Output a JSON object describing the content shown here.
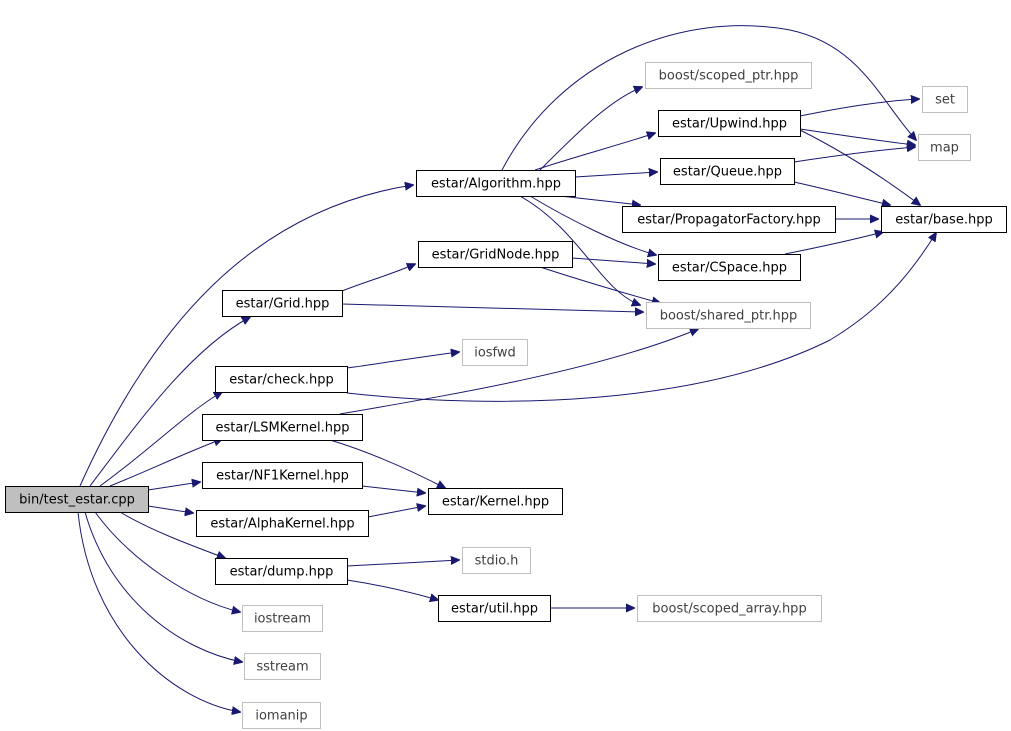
{
  "diagram": {
    "colors": {
      "edge": "#191970",
      "box_border_black": "#000000",
      "box_border_gray": "#bfbfbf",
      "root_fill": "#bfbfbf",
      "text_black": "#000000",
      "text_gray": "#404040",
      "background": "#ffffff"
    },
    "nodes": [
      {
        "id": "test_estar",
        "label": "bin/test_estar.cpp",
        "style": "root"
      },
      {
        "id": "algorithm",
        "label": "estar/Algorithm.hpp",
        "style": "black"
      },
      {
        "id": "scoped_ptr",
        "label": "boost/scoped_ptr.hpp",
        "style": "gray"
      },
      {
        "id": "set",
        "label": "set",
        "style": "gray"
      },
      {
        "id": "upwind",
        "label": "estar/Upwind.hpp",
        "style": "black"
      },
      {
        "id": "map",
        "label": "map",
        "style": "gray"
      },
      {
        "id": "queue",
        "label": "estar/Queue.hpp",
        "style": "black"
      },
      {
        "id": "propfactory",
        "label": "estar/PropagatorFactory.hpp",
        "style": "black"
      },
      {
        "id": "base",
        "label": "estar/base.hpp",
        "style": "black"
      },
      {
        "id": "gridnode",
        "label": "estar/GridNode.hpp",
        "style": "black"
      },
      {
        "id": "cspace",
        "label": "estar/CSpace.hpp",
        "style": "black"
      },
      {
        "id": "grid",
        "label": "estar/Grid.hpp",
        "style": "black"
      },
      {
        "id": "shared_ptr",
        "label": "boost/shared_ptr.hpp",
        "style": "gray"
      },
      {
        "id": "iosfwd",
        "label": "iosfwd",
        "style": "gray"
      },
      {
        "id": "check",
        "label": "estar/check.hpp",
        "style": "black"
      },
      {
        "id": "lsmkernel",
        "label": "estar/LSMKernel.hpp",
        "style": "black"
      },
      {
        "id": "nf1kernel",
        "label": "estar/NF1Kernel.hpp",
        "style": "black"
      },
      {
        "id": "kernel",
        "label": "estar/Kernel.hpp",
        "style": "black"
      },
      {
        "id": "alphakernel",
        "label": "estar/AlphaKernel.hpp",
        "style": "black"
      },
      {
        "id": "dump",
        "label": "estar/dump.hpp",
        "style": "black"
      },
      {
        "id": "stdio",
        "label": "stdio.h",
        "style": "gray"
      },
      {
        "id": "util",
        "label": "estar/util.hpp",
        "style": "black"
      },
      {
        "id": "scoped_array",
        "label": "boost/scoped_array.hpp",
        "style": "gray"
      },
      {
        "id": "iostream",
        "label": "iostream",
        "style": "gray"
      },
      {
        "id": "sstream",
        "label": "sstream",
        "style": "gray"
      },
      {
        "id": "iomanip",
        "label": "iomanip",
        "style": "gray"
      }
    ]
  }
}
